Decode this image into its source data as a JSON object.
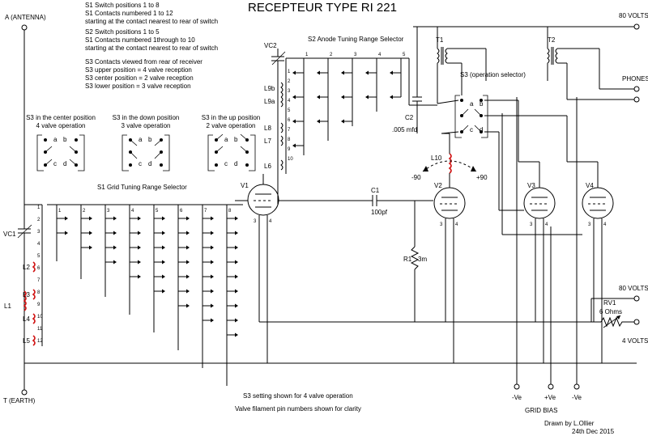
{
  "title": "RECEPTEUR TYPE RI 221",
  "notes": [
    "S1 Switch positions 1 to 8",
    "S1 Contacts numbered 1 to 12",
    "starting at the contact nearest to rear of switch",
    "S2 Switch positions 1 to 5",
    "S1 Contacts numbered 1through to 10",
    "starting at the contact nearest to rear of switch",
    "S3 Contacts viewed from rear of receiver",
    "S3 upper position = 4 valve reception",
    "S3 center position = 2 valve reception",
    "S3 lower position = 3 valve reception"
  ],
  "s3_positions": [
    {
      "line1": "S3 in the center position",
      "line2": "4 valve operation"
    },
    {
      "line1": "S3 in the down position",
      "line2": "3 valve operation"
    },
    {
      "line1": "S3 in the up position",
      "line2": "2 valve operation"
    }
  ],
  "s3_contacts": [
    "a",
    "b",
    "c",
    "d"
  ],
  "terminals": {
    "antenna": "A (ANTENNA)",
    "earth": "T (EARTH)",
    "volts80_top": "80 VOLTS",
    "phones": "PHONES",
    "volts80_mid": "80 VOLTS",
    "volts4": "4 VOLTS"
  },
  "grid_bias": {
    "label": "GRID BIAS",
    "neg1": "-Ve",
    "pos": "+Ve",
    "neg2": "-Ve"
  },
  "s1_label": "S1 Grid Tuning Range Selector",
  "s2_label": "S2 Anode Tuning Range Selector",
  "s3_label": "S3 (operation selector)",
  "s1_positions": [
    "1",
    "2",
    "3",
    "4",
    "5",
    "6",
    "7",
    "8"
  ],
  "s2_positions": [
    "1",
    "2",
    "3",
    "4",
    "5"
  ],
  "s1_contacts": [
    "1",
    "2",
    "3",
    "4",
    "5",
    "6",
    "7",
    "8",
    "9",
    "10",
    "11",
    "12"
  ],
  "s2_contacts": [
    "1",
    "2",
    "3",
    "4",
    "5",
    "6",
    "7",
    "8",
    "9",
    "10"
  ],
  "components": {
    "vc1": "VC1",
    "vc2": "VC2",
    "l1": "L1",
    "l2": "L2",
    "l3": "L3",
    "l4": "L4",
    "l5": "L5",
    "l6": "L6",
    "l7": "L7",
    "l8": "L8",
    "l9a": "L9a",
    "l9b": "L9b",
    "l10": "L10",
    "c1": "C1",
    "c1_value": "100pf",
    "c2": "C2",
    "c2_value": ".005 mfd",
    "r1": "R1",
    "r1_value": "3m",
    "rv1": "RV1",
    "rv1_value": "6 Ohms",
    "t1": "T1",
    "t2": "T2",
    "v1": "V1",
    "v2": "V2",
    "v3": "V3",
    "v4": "V4",
    "l10_minus": "-90",
    "l10_plus": "+90",
    "valve_pin3": "3",
    "valve_pin4": "4"
  },
  "footer": {
    "s3_note": "S3 setting shown for 4 valve operation",
    "pins_note": "Valve filament pin numbers shown for clarity",
    "drawn_by": "Drawn by L.Ollier",
    "date": "24th Dec 2015"
  }
}
